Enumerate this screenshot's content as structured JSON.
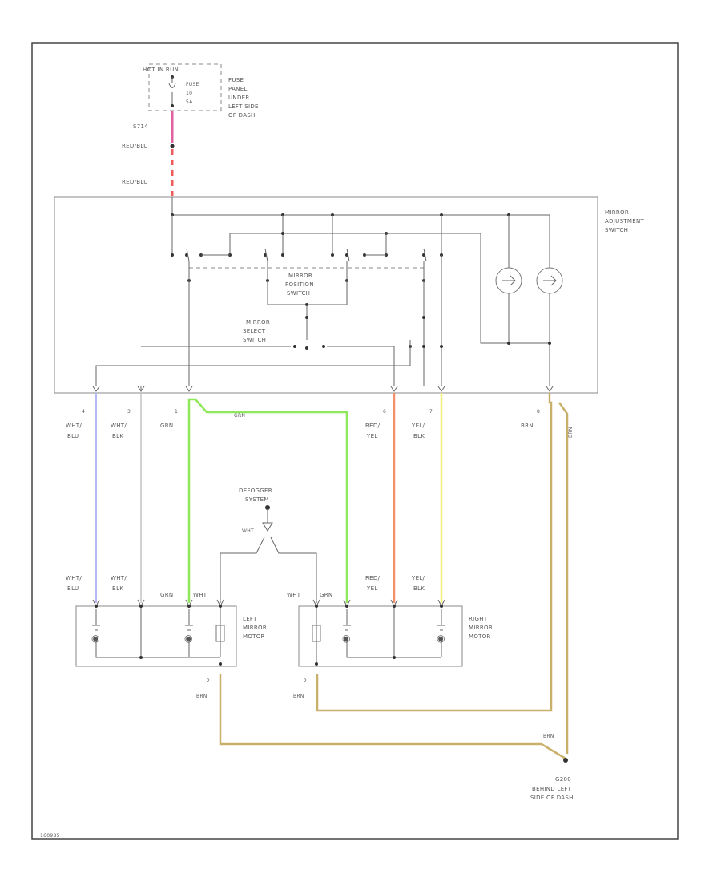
{
  "fuse": {
    "line1": "HOT IN RUN",
    "line2a": "FUSE",
    "line2b": "10",
    "line2c": "5A",
    "location": [
      "FUSE",
      "PANEL",
      "UNDER",
      "LEFT SIDE",
      "OF DASH"
    ]
  },
  "feed_wires": {
    "splice": "S714",
    "wire1": "RED/BLU",
    "wire2": "RED/BLU"
  },
  "adjust_switch": {
    "name": [
      "MIRROR",
      "ADJUSTMENT",
      "SWITCH"
    ],
    "position_switch": [
      "MIRROR",
      "POSITION",
      "SWITCH"
    ],
    "select_switch": [
      "MIRROR",
      "SELECT",
      "SWITCH"
    ]
  },
  "connector_pins": [
    {
      "pin": "4",
      "color": [
        "WHT/",
        "BLU"
      ]
    },
    {
      "pin": "3",
      "color": [
        "WHT/",
        "BLK"
      ]
    },
    {
      "pin": "1",
      "color": [
        "GRN"
      ]
    },
    {
      "pin": "6",
      "color": [
        "RED/",
        "YEL"
      ]
    },
    {
      "pin": "7",
      "color": [
        "YEL/",
        "BLK"
      ]
    },
    {
      "pin": "8",
      "color": [
        "BRN"
      ]
    }
  ],
  "grn_jumper": "GRN",
  "brn_riser": "BRN",
  "defogger": {
    "name": [
      "DEFOGGER",
      "SYSTEM"
    ],
    "wire": "WHT"
  },
  "left_motor": {
    "name": [
      "LEFT",
      "MIRROR",
      "MOTOR"
    ],
    "wires": [
      [
        "WHT/",
        "BLU"
      ],
      [
        "WHT/",
        "BLK"
      ],
      [
        "GRN"
      ],
      [
        "WHT"
      ]
    ],
    "bottom_pin": "2",
    "bottom_wire": "BRN"
  },
  "right_motor": {
    "name": [
      "RIGHT",
      "MIRROR",
      "MOTOR"
    ],
    "wires": [
      [
        "WHT"
      ],
      [
        "GRN"
      ],
      [
        "RED/",
        "YEL"
      ],
      [
        "YEL/",
        "BLK"
      ]
    ],
    "bottom_pin": "2",
    "bottom_wire": "BRN"
  },
  "ground": {
    "wire": "BRN",
    "id": "G200",
    "location": [
      "BEHIND LEFT",
      "SIDE OF DASH"
    ]
  },
  "diagram_id": "160985",
  "colors": {
    "wht_blu": "#b8b8f4",
    "wht_blk": "#c4c4c4",
    "grn": "#8ee85a",
    "red_yel": "#f4906a",
    "yel_blk": "#f4f07a",
    "brn": "#c9b06a",
    "red_blu_dash": "#f05a5a",
    "feed_pink": "#e060a0"
  }
}
